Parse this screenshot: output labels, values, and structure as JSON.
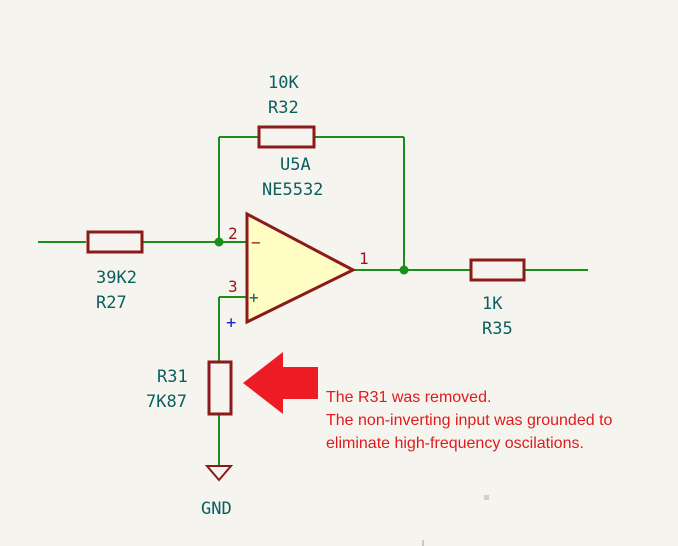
{
  "components": {
    "r32": {
      "ref": "R32",
      "value": "10K"
    },
    "u5a": {
      "ref": "U5A",
      "value": "NE5532"
    },
    "r27": {
      "ref": "R27",
      "value": "39K2"
    },
    "r35": {
      "ref": "R35",
      "value": "1K"
    },
    "r31": {
      "ref": "R31",
      "value": "7K87"
    }
  },
  "pins": {
    "inverting": "2",
    "non_inverting": "3",
    "output": "1"
  },
  "symbols": {
    "minus": "−",
    "plus": "+",
    "plus_marker": "+"
  },
  "power": {
    "gnd": "GND"
  },
  "annotation": {
    "line1": "The R31 was removed.",
    "line2": "The non-inverting input was grounded to",
    "line3": "eliminate high-frequency oscilations."
  },
  "colors": {
    "wire": "#1a8f1a",
    "component": "#8b1a1a",
    "opamp_fill": "#fffcc4",
    "label": "#0b5f5f",
    "pin_number": "#a31515",
    "note": "#e01b1b",
    "arrow": "#ed1c24"
  }
}
